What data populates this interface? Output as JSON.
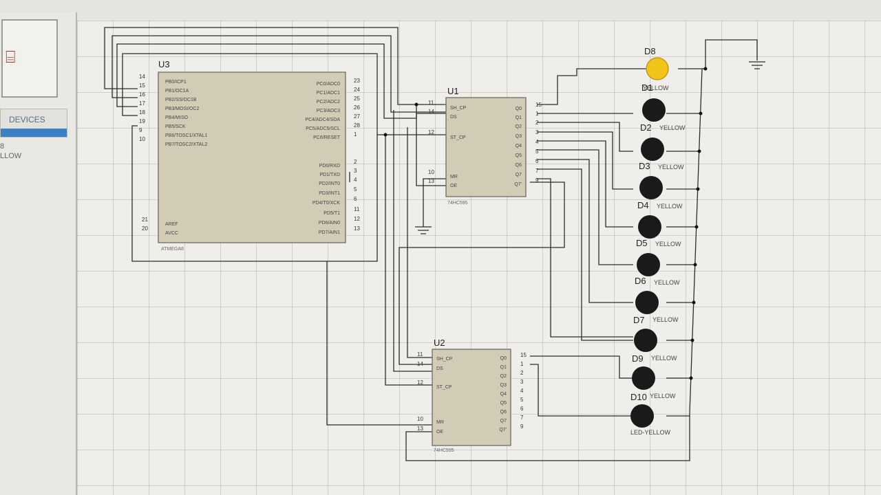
{
  "left_panel": {
    "tab_label": "DEVICES",
    "device_items": [
      "8",
      "LLOW"
    ]
  },
  "colors": {
    "chip_fill": "#d2cbb6",
    "wire": "#2b2b2b",
    "led_on": "#f2c418",
    "led_off": "#1a1a1a",
    "pin_marker": "#3a5ad8",
    "accent_bar": "#3b7fc4"
  },
  "u3": {
    "ref": "U3",
    "part": "ATMEGA8",
    "left_pins": [
      {
        "num": "14",
        "label": "PB0/ICP1"
      },
      {
        "num": "15",
        "label": "PB1/OC1A"
      },
      {
        "num": "16",
        "label": "PB2/SS/OC1B"
      },
      {
        "num": "17",
        "label": "PB3/MOSI/OC2"
      },
      {
        "num": "18",
        "label": "PB4/MISO"
      },
      {
        "num": "19",
        "label": "PB5/SCK"
      },
      {
        "num": "9",
        "label": "PB6/TOSC1/XTAL1"
      },
      {
        "num": "10",
        "label": "PB7/TOSC2/XTAL2"
      }
    ],
    "left_pins_bottom": [
      {
        "num": "21",
        "label": "AREF"
      },
      {
        "num": "20",
        "label": "AVCC"
      }
    ],
    "right_pins_top": [
      {
        "num": "23",
        "label": "PC0/ADC0"
      },
      {
        "num": "24",
        "label": "PC1/ADC1"
      },
      {
        "num": "25",
        "label": "PC2/ADC2"
      },
      {
        "num": "26",
        "label": "PC3/ADC3"
      },
      {
        "num": "27",
        "label": "PC4/ADC4/SDA"
      },
      {
        "num": "28",
        "label": "PC5/ADC5/SCL"
      },
      {
        "num": "1",
        "label": "PC6/RESET"
      }
    ],
    "right_pins_bottom": [
      {
        "num": "2",
        "label": "PD0/RXD"
      },
      {
        "num": "3",
        "label": "PD1/TXD"
      },
      {
        "num": "4",
        "label": "PD2/INT0"
      },
      {
        "num": "5",
        "label": "PD3/INT1"
      },
      {
        "num": "6",
        "label": "PD4/T0/XCK"
      },
      {
        "num": "11",
        "label": "PD5/T1"
      },
      {
        "num": "12",
        "label": "PD6/AIN0"
      },
      {
        "num": "13",
        "label": "PD7/AIN1"
      }
    ]
  },
  "u1": {
    "ref": "U1",
    "part": "74HC595",
    "left_pins": [
      {
        "num": "11",
        "label": "SH_CP"
      },
      {
        "num": "14",
        "label": "DS"
      },
      {
        "num": "12",
        "label": "ST_CP"
      },
      {
        "num": "10",
        "label": "MR"
      },
      {
        "num": "13",
        "label": "OE"
      }
    ],
    "right_pins": [
      {
        "num": "15",
        "label": "Q0"
      },
      {
        "num": "1",
        "label": "Q1"
      },
      {
        "num": "2",
        "label": "Q2"
      },
      {
        "num": "3",
        "label": "Q3"
      },
      {
        "num": "4",
        "label": "Q4"
      },
      {
        "num": "5",
        "label": "Q5"
      },
      {
        "num": "6",
        "label": "Q6"
      },
      {
        "num": "7",
        "label": "Q7"
      },
      {
        "num": "9",
        "label": "Q7'"
      }
    ]
  },
  "u2": {
    "ref": "U2",
    "part": "74HC595",
    "left_pins": [
      {
        "num": "11",
        "label": "SH_CP"
      },
      {
        "num": "14",
        "label": "DS"
      },
      {
        "num": "12",
        "label": "ST_CP"
      },
      {
        "num": "10",
        "label": "MR"
      },
      {
        "num": "13",
        "label": "OE"
      }
    ],
    "right_pins": [
      {
        "num": "15",
        "label": "Q0"
      },
      {
        "num": "1",
        "label": "Q1"
      },
      {
        "num": "2",
        "label": "Q2"
      },
      {
        "num": "3",
        "label": "Q3"
      },
      {
        "num": "4",
        "label": "Q4"
      },
      {
        "num": "5",
        "label": "Q5"
      },
      {
        "num": "6",
        "label": "Q6"
      },
      {
        "num": "7",
        "label": "Q7"
      },
      {
        "num": "9",
        "label": "Q7'"
      }
    ]
  },
  "leds": [
    {
      "ref": "D8",
      "label": "YELLOW",
      "lit": true
    },
    {
      "ref": "D1",
      "label": "YELLOW",
      "lit": false
    },
    {
      "ref": "D2",
      "label": "YELLOW",
      "lit": false
    },
    {
      "ref": "D3",
      "label": "YELLOW",
      "lit": false
    },
    {
      "ref": "D4",
      "label": "YELLOW",
      "lit": false
    },
    {
      "ref": "D5",
      "label": "YELLOW",
      "lit": false
    },
    {
      "ref": "D6",
      "label": "YELLOW",
      "lit": false
    },
    {
      "ref": "D7",
      "label": "YELLOW",
      "lit": false
    },
    {
      "ref": "D9",
      "label": "YELLOW",
      "lit": false
    },
    {
      "ref": "D10",
      "label": "LED-YELLOW",
      "lit": false
    }
  ]
}
